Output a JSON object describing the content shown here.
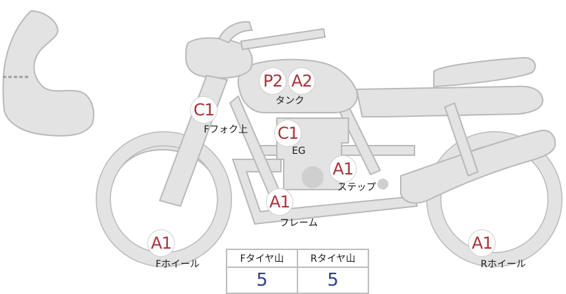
{
  "colors": {
    "body_fill": "#e3e3e3",
    "body_stroke": "#b9b9b9",
    "engine_dot": "#cfcfcf",
    "grade_text": "#a6333a",
    "table_value": "#2c3f8a"
  },
  "grades": {
    "tank_p": "P2",
    "tank_a": "A2",
    "front_fork": "C1",
    "engine": "C1",
    "step": "A1",
    "frame": "A1",
    "front_wheel": "A1",
    "rear_wheel": "A1"
  },
  "labels": {
    "tank": "タンク",
    "front_fork": "Fフォク上",
    "engine": "EG",
    "step": "ステップ",
    "frame": "フレーム",
    "front_wheel": "Fホイール",
    "rear_wheel": "Rホイール"
  },
  "tread_table": {
    "headers": [
      "Fタイヤ山",
      "Rタイヤ山"
    ],
    "values": [
      "5",
      "5"
    ]
  }
}
